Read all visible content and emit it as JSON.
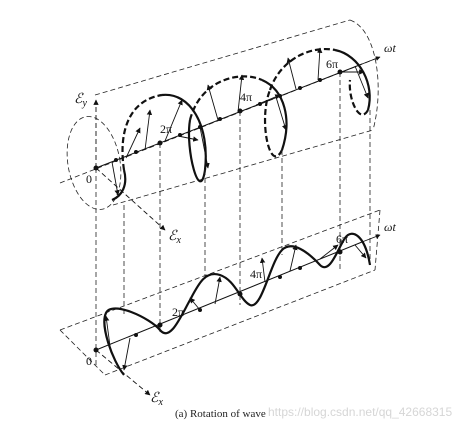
{
  "labels": {
    "ey": "ℰ",
    "ey_sub": "y",
    "ex_top": "ℰ",
    "ex_top_sub": "x",
    "ex_bottom": "ℰ",
    "ex_bottom_sub": "x",
    "wt_top": "ωt",
    "wt_bottom": "ωt",
    "zero_top": "0",
    "zero_bottom": "0",
    "pi2_top": "2π",
    "pi4_top": "4π",
    "pi6_top": "6π",
    "pi2_bottom": "2π",
    "pi4_bottom": "4π",
    "pi6_bottom": "6π"
  },
  "caption": "(a) Rotation of wave",
  "watermark": "https://blog.csdn.net/qq_42668315"
}
